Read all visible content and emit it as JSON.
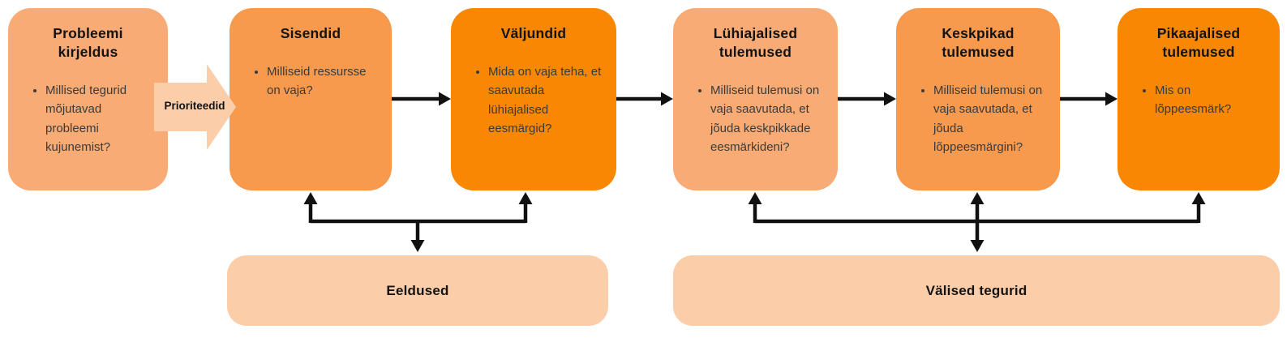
{
  "diagram": {
    "boxes": [
      {
        "title": "Probleemi kirjeldus",
        "bullet": "Millised tegurid mõjutavad probleemi kujunemist?",
        "tone": "light"
      },
      {
        "title": "Sisendid",
        "bullet": "Milliseid ressursse on vaja?",
        "tone": "medium"
      },
      {
        "title": "Väljundid",
        "bullet": "Mida on vaja teha, et saavutada lühiajalised eesmärgid?",
        "tone": "dark"
      },
      {
        "title": "Lühiajalised tulemused",
        "bullet": "Milliseid tulemusi on vaja saavutada, et jõuda keskpikkade eesmärkideni?",
        "tone": "light"
      },
      {
        "title": "Keskpikad tulemused",
        "bullet": "Milliseid tulemusi on vaja saavutada, et jõuda lõppeesmärgini?",
        "tone": "medium"
      },
      {
        "title": "Pikaajalised tulemused",
        "bullet": "Mis on lõppeesmärk?",
        "tone": "dark"
      }
    ],
    "flow_arrow": {
      "label": "Prioriteedid"
    },
    "bottom_bands": [
      {
        "label": "Eeldused"
      },
      {
        "label": "Välised tegurid"
      }
    ],
    "colors": {
      "box_light": "#F8AB74",
      "box_medium": "#F79A4D",
      "box_dark": "#F88702",
      "band_peach": "#FBCDA9",
      "connector_black": "#111111",
      "title_text": "#131313",
      "body_text": "#3a3a3a"
    }
  }
}
